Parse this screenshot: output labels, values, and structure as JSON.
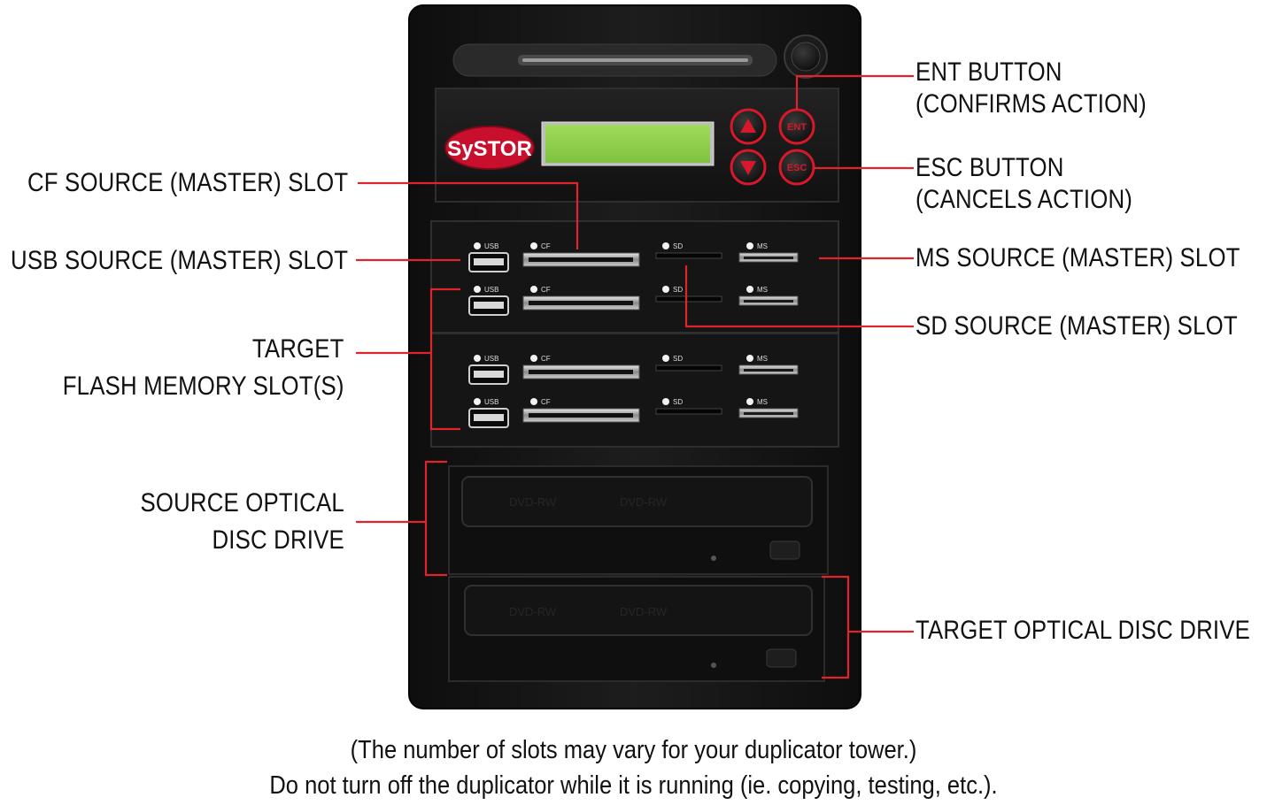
{
  "brand": "SySTOR",
  "buttons": {
    "up_icon": "triangle-up-icon",
    "down_icon": "triangle-down-icon",
    "ent_label": "ENT",
    "esc_label": "ESC"
  },
  "slot_labels": {
    "usb": "USB",
    "cf": "CF",
    "sd": "SD",
    "ms": "MS"
  },
  "drive_labels": [
    "DVD-RW",
    "DVD-RW"
  ],
  "callouts": {
    "ent": [
      "ENT BUTTON",
      "(CONFIRMS ACTION)"
    ],
    "esc": [
      "ESC BUTTON",
      "(CANCELS ACTION)"
    ],
    "cf_source": "CF SOURCE (MASTER) SLOT",
    "usb_source": "USB SOURCE (MASTER) SLOT",
    "ms_source": "MS SOURCE (MASTER) SLOT",
    "sd_source": "SD SOURCE (MASTER) SLOT",
    "target_flash": [
      "TARGET",
      "FLASH MEMORY SLOT(S)"
    ],
    "source_optical": [
      "SOURCE OPTICAL",
      "DISC DRIVE"
    ],
    "target_optical": "TARGET OPTICAL DISC DRIVE"
  },
  "footer": {
    "line1": "(The number of slots may vary for your duplicator tower.)",
    "line2": "Do not turn off the duplicator while it is running (ie. copying, testing, etc.)."
  },
  "colors": {
    "leader_line": "#e0242b",
    "lcd": "#8fd14f",
    "brand_badge": "#c8102e",
    "button_ring": "#d7182a"
  }
}
